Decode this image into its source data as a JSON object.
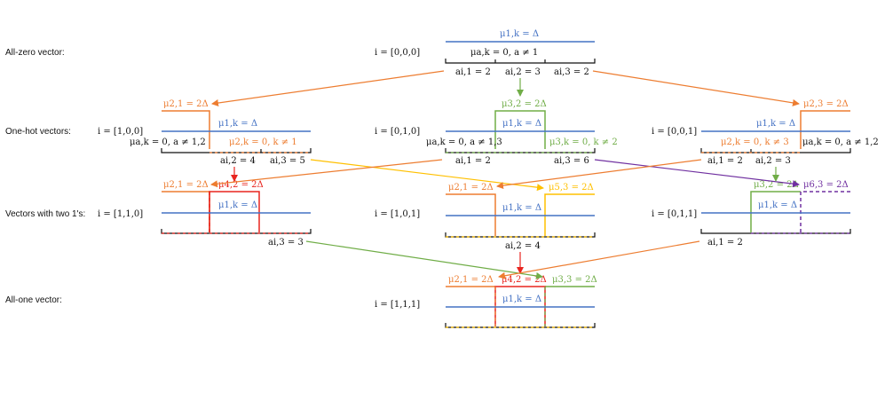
{
  "colors": {
    "blue": "#4472c4",
    "orange": "#ed7d31",
    "green": "#70ad47",
    "red": "#e8251f",
    "yellow": "#ffc000",
    "purple": "#7030a0",
    "black": "#111111"
  },
  "row_labels": {
    "all_zero": "All-zero vector:",
    "one_hot": "One-hot vectors:",
    "two_ones": "Vectors with two 1's:",
    "all_one": "All-one vector:"
  },
  "nodes": {
    "n000": {
      "index": "i = [0,0,0]",
      "mu1": "μ1,k = Δ",
      "mua": "μa,k = 0, a ≠ 1",
      "a1": "ai,1 = 2",
      "a2": "ai,2 = 3",
      "a3": "ai,3 = 2"
    },
    "n100": {
      "index": "i = [1,0,0]",
      "mu21": "μ2,1 = 2Δ",
      "mu1": "μ1,k = Δ",
      "mua": "μa,k = 0, a ≠ 1,2",
      "mu2k": "μ2,k = 0, k ≠ 1",
      "a2": "ai,2 = 4",
      "a3": "ai,3 = 5"
    },
    "n010": {
      "index": "i = [0,1,0]",
      "mu32": "μ3,2 = 2Δ",
      "mu1": "μ1,k = Δ",
      "mua": "μa,k = 0, a ≠ 1,3",
      "mu3k": "μ3,k = 0, k ≠ 2",
      "a1": "ai,1 = 2",
      "a3": "ai,3 = 6"
    },
    "n001": {
      "index": "i = [0,0,1]",
      "mu23": "μ2,3 = 2Δ",
      "mu1": "μ1,k = Δ",
      "mu2k": "μ2,k = 0, k ≠ 3",
      "mua": "μa,k = 0, a ≠ 1,2",
      "a1": "ai,1 = 2",
      "a2": "ai,2 = 3"
    },
    "n110": {
      "index": "i = [1,1,0]",
      "mu21": "μ2,1 = 2Δ",
      "mu42": "μ4,2 = 2Δ",
      "mu1": "μ1,k = Δ",
      "a3": "ai,3 = 3"
    },
    "n101": {
      "index": "i = [1,0,1]",
      "mu21": "μ2,1 = 2Δ",
      "mu53": "μ5,3 = 2Δ",
      "mu1": "μ1,k = Δ",
      "a2": "ai,2 = 4"
    },
    "n011": {
      "index": "i = [0,1,1]",
      "mu32": "μ3,2 = 2Δ",
      "mu63": "μ6,3 = 2Δ",
      "mu1": "μ1,k = Δ",
      "a1": "ai,1 = 2"
    },
    "n111": {
      "index": "i = [1,1,1]",
      "mu21": "μ2,1 = 2Δ",
      "mu42": "μ4,2 = 2Δ",
      "mu33": "μ3,3 = 2Δ",
      "mu1": "μ1,k = Δ"
    }
  }
}
